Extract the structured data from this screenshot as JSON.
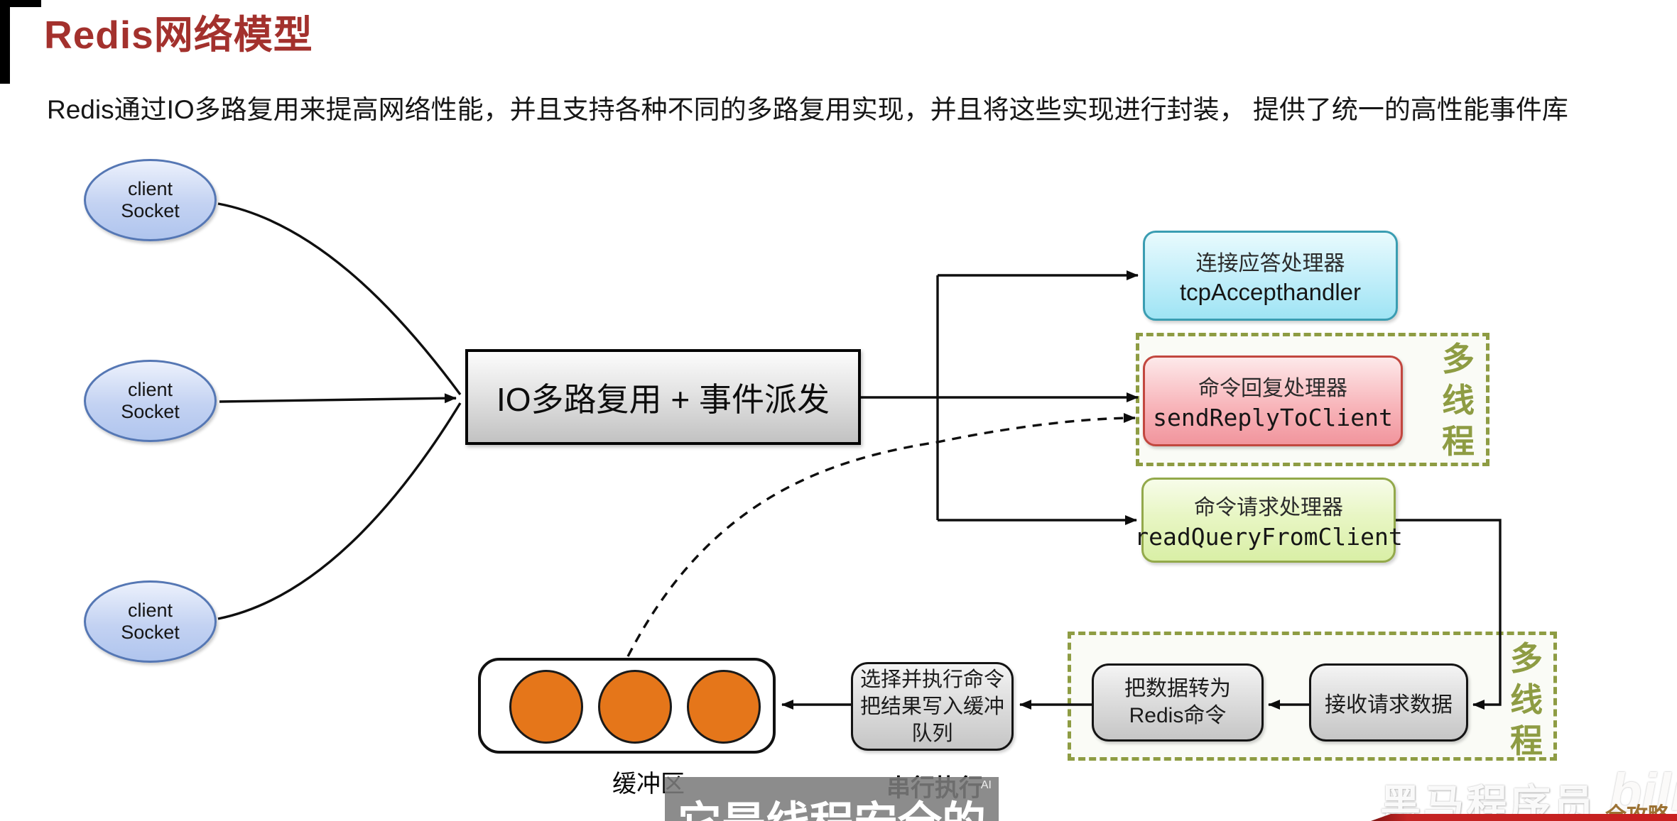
{
  "page": {
    "title": "Redis网络模型",
    "subtitle": "Redis通过IO多路复用来提高网络性能，并且支持各种不同的多路复用实现，并且将这些实现进行封装， 提供了统一的高性能事件库"
  },
  "diagram": {
    "clients": [
      {
        "line1": "client",
        "line2": "Socket"
      },
      {
        "line1": "client",
        "line2": "Socket"
      },
      {
        "line1": "client",
        "line2": "Socket"
      }
    ],
    "io_box_label": "IO多路复用 + 事件派发",
    "handlers": {
      "accept": {
        "title": "连接应答处理器",
        "code": "tcpAccepthandler"
      },
      "reply": {
        "title": "命令回复处理器",
        "code": "sendReplyToClient"
      },
      "read": {
        "title": "命令请求处理器",
        "code": "readQueryFromClient"
      }
    },
    "thread_groups": {
      "upper_label": "多线程",
      "lower_label": "多线程"
    },
    "pipeline": {
      "receive": "接收请求数据",
      "convert_line1": "把数据转为",
      "convert_line2": "Redis命令",
      "execute_line1": "选择并执行命令",
      "execute_line2": "把结果写入缓冲",
      "execute_line3": "队列",
      "serial_label": "串行执行",
      "buffer_label": "缓冲区"
    }
  },
  "overlay": {
    "caption": "它是线程安全的",
    "ai_badge": "AI"
  },
  "watermark": {
    "brand": "黑马程序员",
    "bili": "bili",
    "tagline": "全攻略"
  },
  "colors": {
    "title_red": "#a3312d",
    "olive_green": "#8e9c43",
    "accept_fill": "#bfeef9",
    "reply_fill": "#f6a9ae",
    "read_fill": "#dcf0a8",
    "gray_box": "#d9d9d9",
    "buffer_orange": "#e5761a",
    "banner_red": "#c32322"
  }
}
